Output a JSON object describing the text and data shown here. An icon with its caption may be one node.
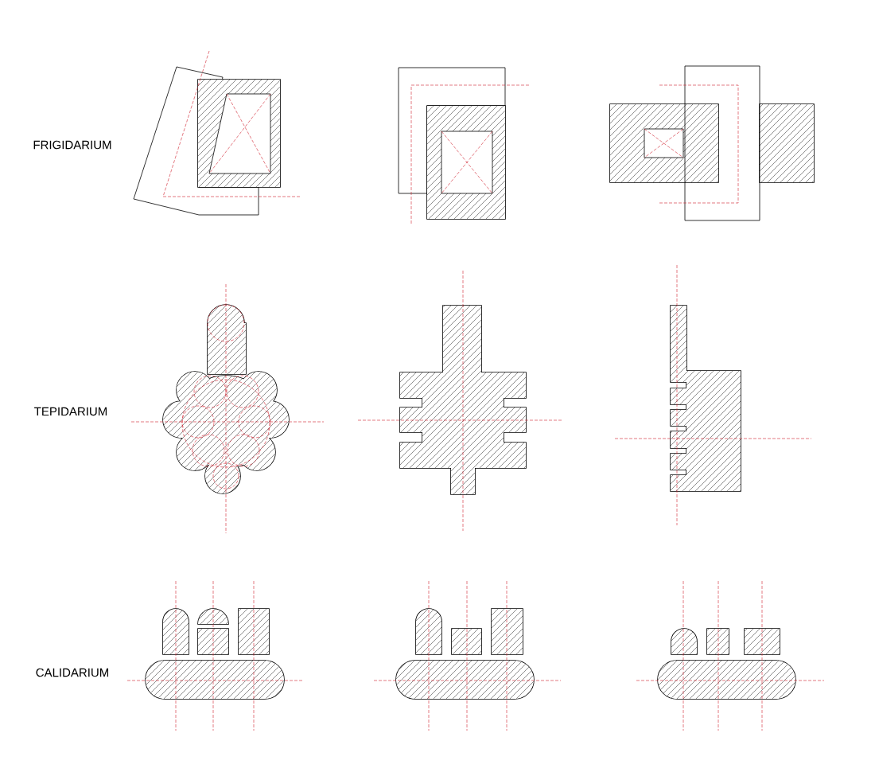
{
  "diagram": {
    "labels": [
      "FRIGIDARIUM",
      "TEPIDARIUM",
      "CALIDARIUM"
    ]
  }
}
